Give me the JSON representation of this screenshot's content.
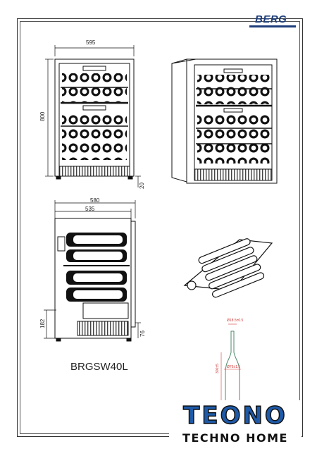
{
  "brand": "BERG",
  "dimensions": {
    "front_width": "595",
    "height": "800",
    "door_gap": "20",
    "side_depth_total": "580",
    "side_depth_body": "535",
    "base_height": "182",
    "foot_height": "76"
  },
  "model": "BRGSW40L",
  "bottle_dims": {
    "neck_diameter": "Ø18.5±0.5",
    "height": "300±5",
    "body_diameter": "Ø76±1.5"
  },
  "logo": {
    "name": "TEONO",
    "tagline": "TECHNO HOME"
  },
  "colors": {
    "brand_blue": "#1d3d7a",
    "logo_blue": "#1e5aa8",
    "bottle_green": "#4f8a6b",
    "dimension_red": "#d23a3a"
  }
}
